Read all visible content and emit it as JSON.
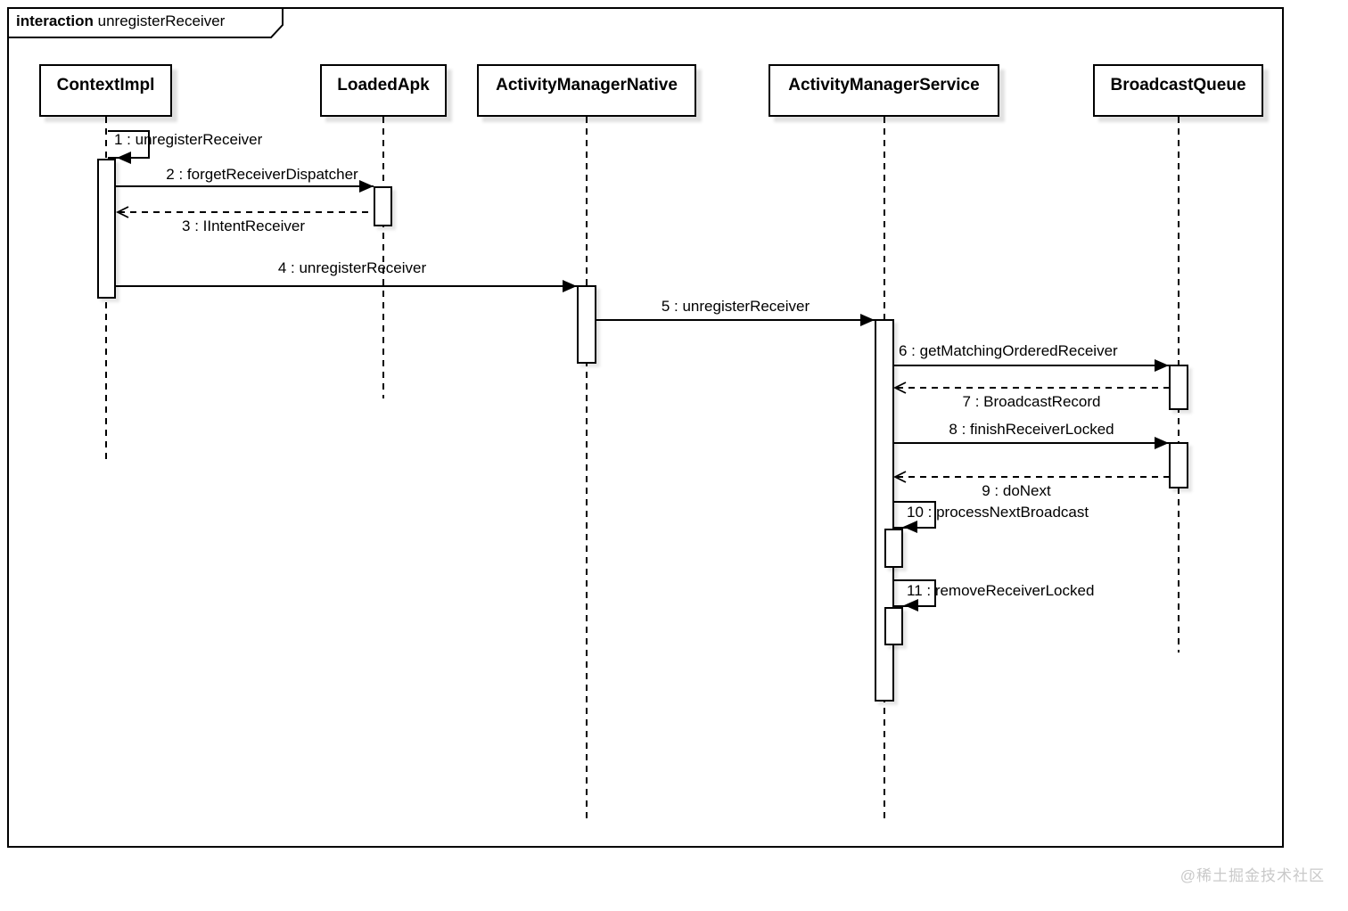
{
  "frame": {
    "keyword": "interaction",
    "title": "unregisterReceiver"
  },
  "lifelines": [
    {
      "name": "ContextImpl"
    },
    {
      "name": "LoadedApk"
    },
    {
      "name": "ActivityManagerNative"
    },
    {
      "name": "ActivityManagerService"
    },
    {
      "name": "BroadcastQueue"
    }
  ],
  "messages": [
    {
      "seq": 1,
      "name": "unregisterReceiver",
      "label": "1 : unregisterReceiver",
      "kind": "self-call",
      "from": "ContextImpl",
      "to": "ContextImpl"
    },
    {
      "seq": 2,
      "name": "forgetReceiverDispatcher",
      "label": "2 : forgetReceiverDispatcher",
      "kind": "call",
      "from": "ContextImpl",
      "to": "LoadedApk"
    },
    {
      "seq": 3,
      "name": "IIntentReceiver",
      "label": "3 : IIntentReceiver",
      "kind": "return",
      "from": "LoadedApk",
      "to": "ContextImpl"
    },
    {
      "seq": 4,
      "name": "unregisterReceiver",
      "label": "4 : unregisterReceiver",
      "kind": "call",
      "from": "ContextImpl",
      "to": "ActivityManagerNative"
    },
    {
      "seq": 5,
      "name": "unregisterReceiver",
      "label": "5 : unregisterReceiver",
      "kind": "call",
      "from": "ActivityManagerNative",
      "to": "ActivityManagerService"
    },
    {
      "seq": 6,
      "name": "getMatchingOrderedReceiver",
      "label": "6 : getMatchingOrderedReceiver",
      "kind": "call",
      "from": "ActivityManagerService",
      "to": "BroadcastQueue"
    },
    {
      "seq": 7,
      "name": "BroadcastRecord",
      "label": "7 : BroadcastRecord",
      "kind": "return",
      "from": "BroadcastQueue",
      "to": "ActivityManagerService"
    },
    {
      "seq": 8,
      "name": "finishReceiverLocked",
      "label": "8 : finishReceiverLocked",
      "kind": "call",
      "from": "ActivityManagerService",
      "to": "BroadcastQueue"
    },
    {
      "seq": 9,
      "name": "doNext",
      "label": "9 : doNext",
      "kind": "return",
      "from": "BroadcastQueue",
      "to": "ActivityManagerService"
    },
    {
      "seq": 10,
      "name": "processNextBroadcast",
      "label": "10 : processNextBroadcast",
      "kind": "self-call",
      "from": "ActivityManagerService",
      "to": "ActivityManagerService"
    },
    {
      "seq": 11,
      "name": "removeReceiverLocked",
      "label": "11 : removeReceiverLocked",
      "kind": "self-call",
      "from": "ActivityManagerService",
      "to": "ActivityManagerService"
    }
  ],
  "watermark": "@稀土掘金技术社区",
  "colors": {
    "stroke": "#000000",
    "fill": "#ffffff",
    "shadow": "#dddddd",
    "watermark": "#c9c9c9"
  }
}
